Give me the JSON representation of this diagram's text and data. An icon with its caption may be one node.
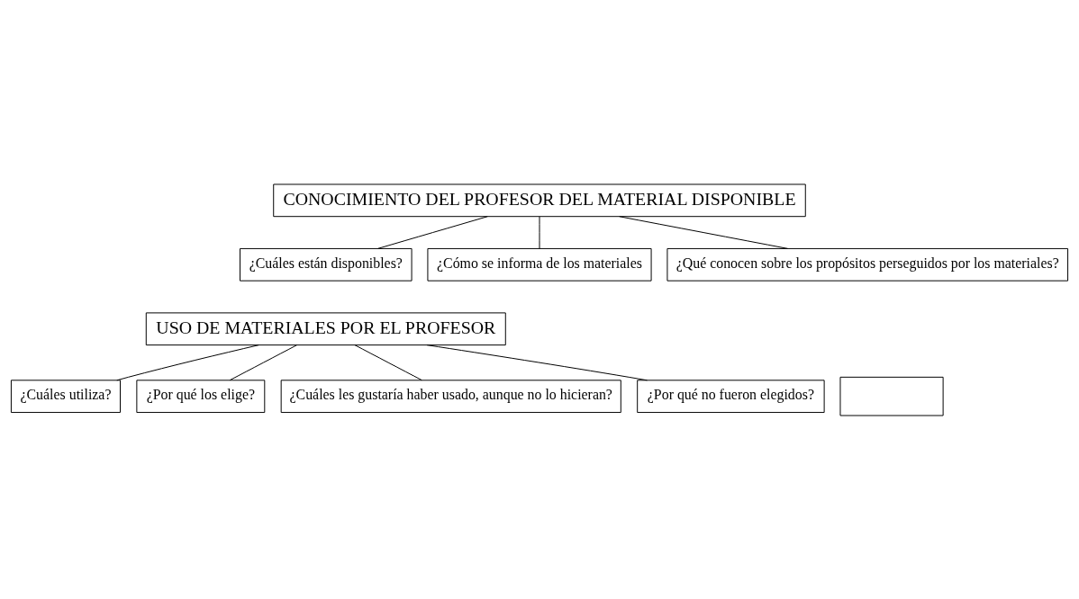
{
  "diagram": {
    "nodes": [
      {
        "text": [
          "CONOCIMIENTO DEL PROFESOR DEL MATERIAL DISPONIBLE"
        ]
      },
      {
        "text": [
          "¿Cuáles están disponibles?"
        ]
      },
      {
        "text": [
          "¿Cómo se informa de los materiales"
        ]
      },
      {
        "text": [
          "¿Qué conocen sobre los propósitos perseguidos por los materiales?"
        ]
      },
      {
        "text": [
          "USO DE MATERIALES POR EL PROFESOR"
        ]
      },
      {
        "text": [
          "¿Cuáles utiliza?"
        ]
      },
      {
        "text": [
          "¿Por qué los elige?"
        ]
      },
      {
        "text": [
          "¿Cuáles les gustaría haber usado, aunque no lo hicieran?"
        ]
      },
      {
        "text": [
          "¿Por qué no fueron elegidos?"
        ]
      },
      {
        "text": [],
        "shape": "box"
      }
    ],
    "edges": [
      {
        "from": 0,
        "to": 1,
        "arrow": "none"
      },
      {
        "from": 0,
        "to": 2,
        "arrow": "none"
      },
      {
        "from": 0,
        "to": 3,
        "arrow": "none"
      },
      {
        "from": 4,
        "to": 5,
        "arrow": "none"
      },
      {
        "from": 4,
        "to": 6,
        "arrow": "none"
      },
      {
        "from": 4,
        "to": 7,
        "arrow": "none"
      },
      {
        "from": 4,
        "to": 8,
        "arrow": "none"
      }
    ]
  }
}
